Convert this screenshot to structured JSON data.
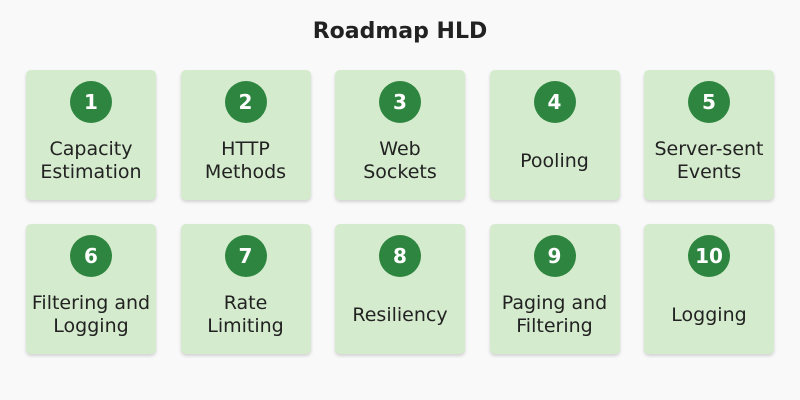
{
  "title": "Roadmap HLD",
  "colors": {
    "card_background": "#d4ebcd",
    "badge_background": "#2e8540",
    "badge_text": "#ffffff",
    "page_background": "#f9f9f9"
  },
  "steps": [
    {
      "number": "1",
      "label": "Capacity\nEstimation"
    },
    {
      "number": "2",
      "label": "HTTP\nMethods"
    },
    {
      "number": "3",
      "label": "Web\nSockets"
    },
    {
      "number": "4",
      "label": "Pooling"
    },
    {
      "number": "5",
      "label": "Server-sent\nEvents"
    },
    {
      "number": "6",
      "label": "Filtering and\nLogging"
    },
    {
      "number": "7",
      "label": "Rate\nLimiting"
    },
    {
      "number": "8",
      "label": "Resiliency"
    },
    {
      "number": "9",
      "label": "Paging and\nFiltering"
    },
    {
      "number": "10",
      "label": "Logging"
    }
  ]
}
